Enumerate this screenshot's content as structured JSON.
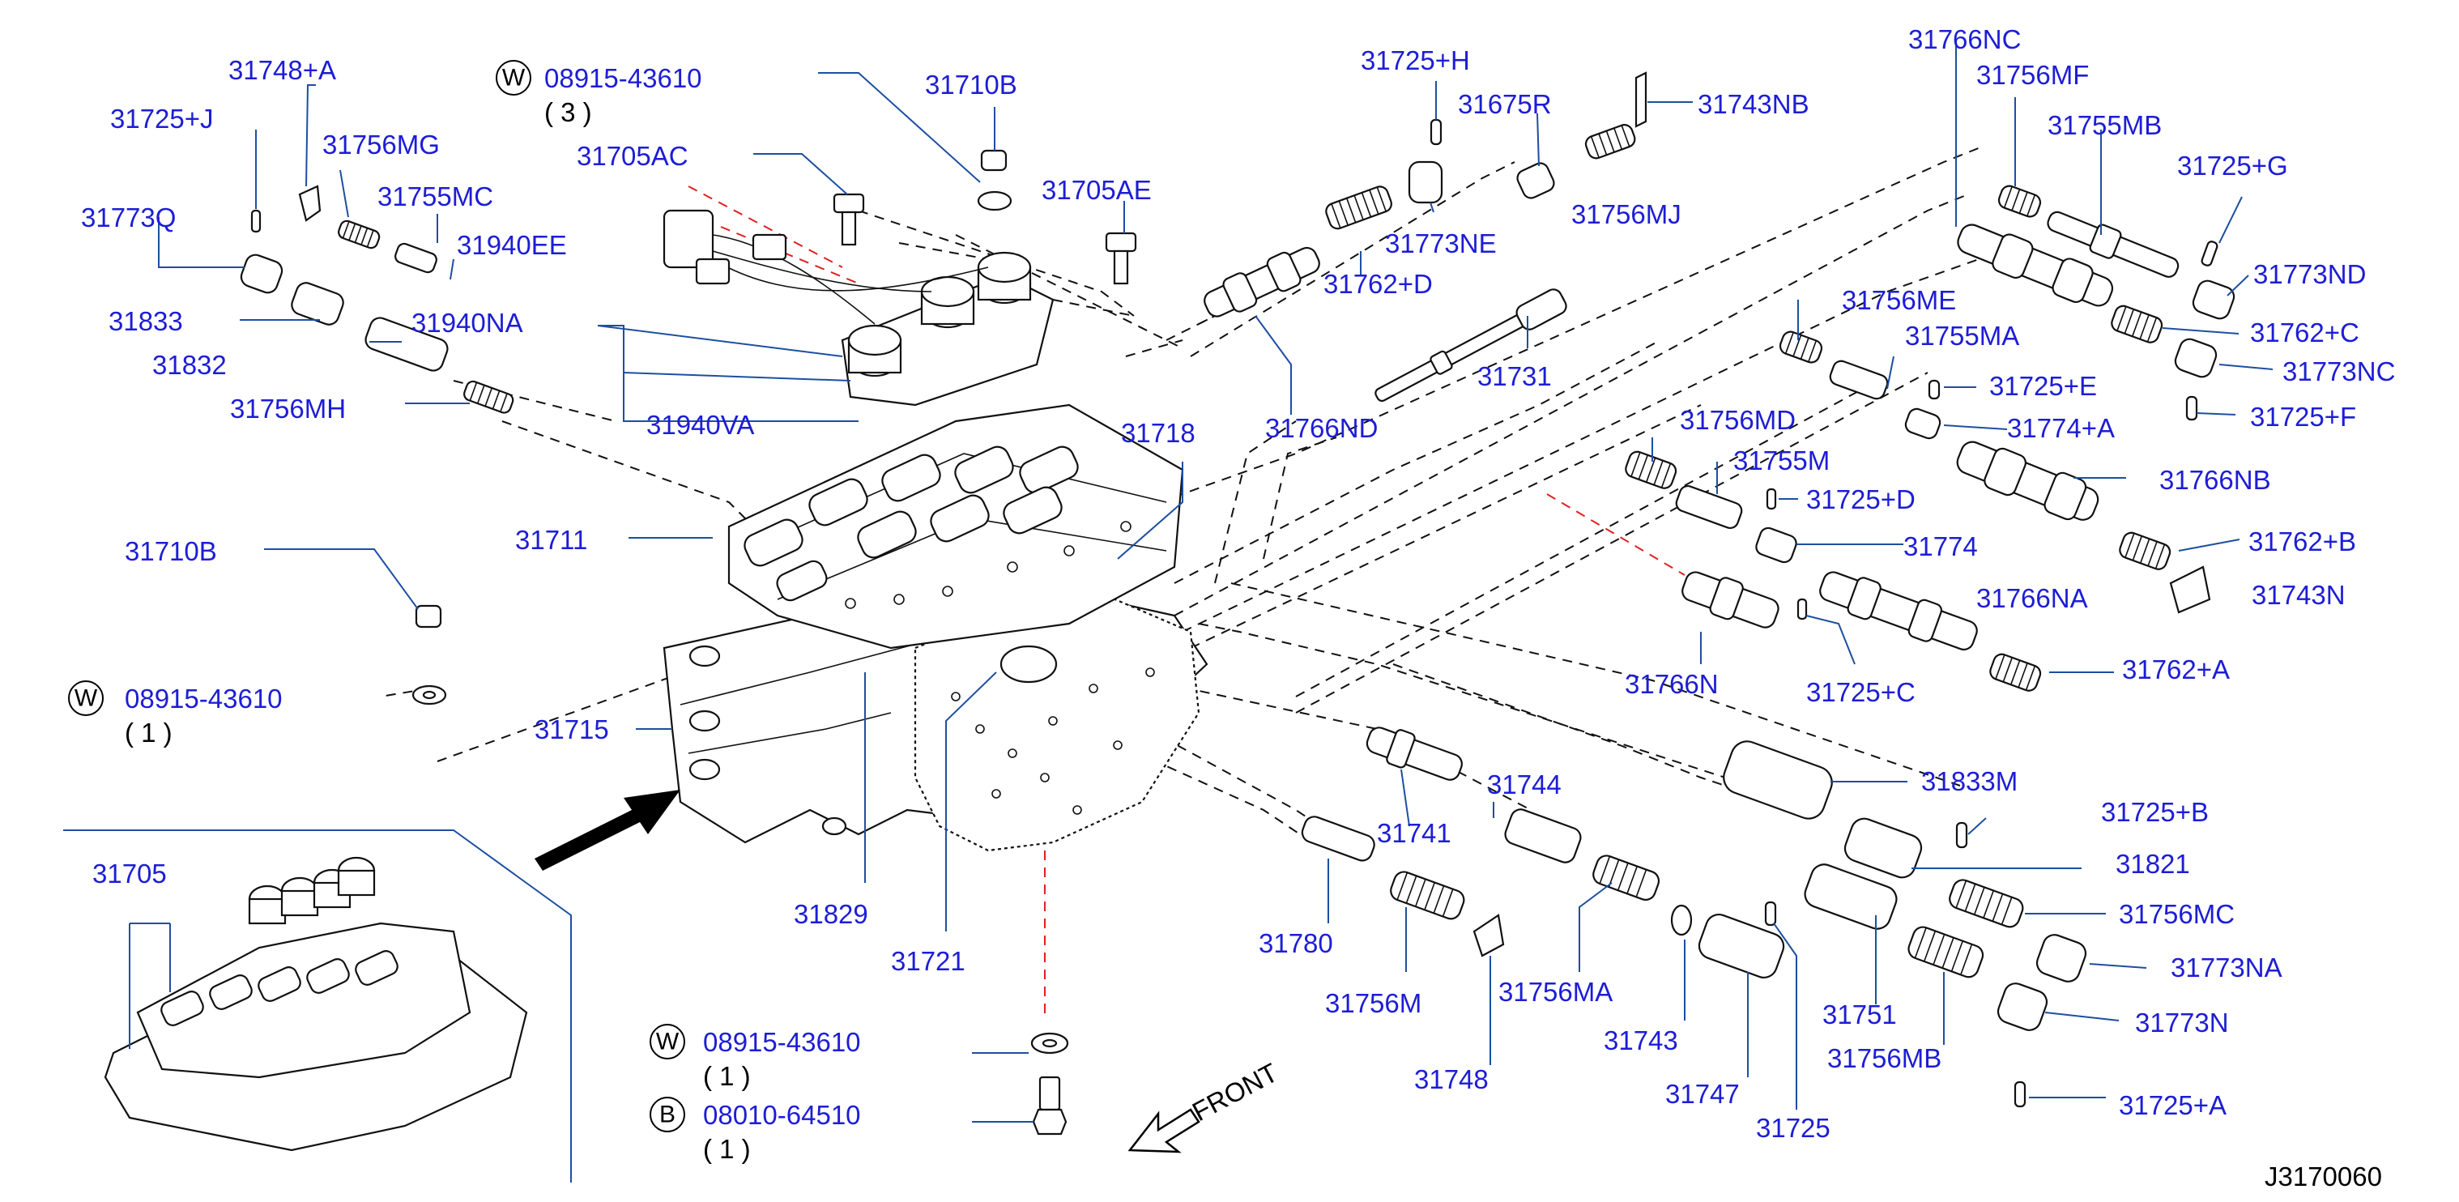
{
  "labels": {
    "p31748A": "31748+A",
    "p31725J": "31725+J",
    "p31756MG": "31756MG",
    "p31755MC": "31755MC",
    "p31940EE": "31940EE",
    "p31773Q": "31773Q",
    "p31833": "31833",
    "p31940NA": "31940NA",
    "p31832": "31832",
    "p31756MH": "31756MH",
    "p31940VA": "31940VA",
    "p31710B_top": "31710B",
    "p31705AC": "31705AC",
    "p31705AE": "31705AE",
    "p31725H": "31725+H",
    "p31675R": "31675R",
    "p31743NB": "31743NB",
    "p31773NE": "31773NE",
    "p31756MJ": "31756MJ",
    "p31762D": "31762+D",
    "p31731": "31731",
    "p31766ND": "31766ND",
    "p31718": "31718",
    "p31711": "31711",
    "p31710B_left": "31710B",
    "p31715": "31715",
    "p31829": "31829",
    "p31721": "31721",
    "p31705": "31705",
    "p31766NC": "31766NC",
    "p31756MF": "31756MF",
    "p31755MB": "31755MB",
    "p31725G": "31725+G",
    "p31773ND": "31773ND",
    "p31756ME": "31756ME",
    "p31755MA": "31755MA",
    "p31762C": "31762+C",
    "p31773NC": "31773NC",
    "p31725E": "31725+E",
    "p31725F": "31725+F",
    "p31774A": "31774+A",
    "p31756MD": "31756MD",
    "p31755M": "31755M",
    "p31766NB": "31766NB",
    "p31725D": "31725+D",
    "p31774": "31774",
    "p31762B": "31762+B",
    "p31766NA": "31766NA",
    "p31743N": "31743N",
    "p31766N": "31766N",
    "p31725C": "31725+C",
    "p31762A": "31762+A",
    "p31744": "31744",
    "p31741": "31741",
    "p31833M": "31833M",
    "p31725B": "31725+B",
    "p31821": "31821",
    "p31756MC": "31756MC",
    "p31780": "31780",
    "p31756M": "31756M",
    "p31756MA": "31756MA",
    "p31773NA": "31773NA",
    "p31743": "31743",
    "p31751": "31751",
    "p31773N": "31773N",
    "p31756MB": "31756MB",
    "p31748": "31748",
    "p31747": "31747",
    "p31725": "31725",
    "p31725A": "31725+A"
  },
  "fasteners": {
    "w_top": {
      "circle": "W",
      "part": "08915-43610",
      "qty": "( 3 )"
    },
    "w_left": {
      "circle": "W",
      "part": "08915-43610",
      "qty": "( 1 )"
    },
    "w_bottom": {
      "circle": "W",
      "part": "08915-43610",
      "qty": "( 1 )"
    },
    "b_bottom": {
      "circle": "B",
      "part": "08010-64510",
      "qty": "( 1 )"
    }
  },
  "front_label": "FRONT",
  "diagram_code": "J3170060",
  "colors": {
    "label_blue": "#1d1dd6",
    "leader_blue": "#1d4fa0",
    "reference_red": "#e02020",
    "line_black": "#111111"
  }
}
